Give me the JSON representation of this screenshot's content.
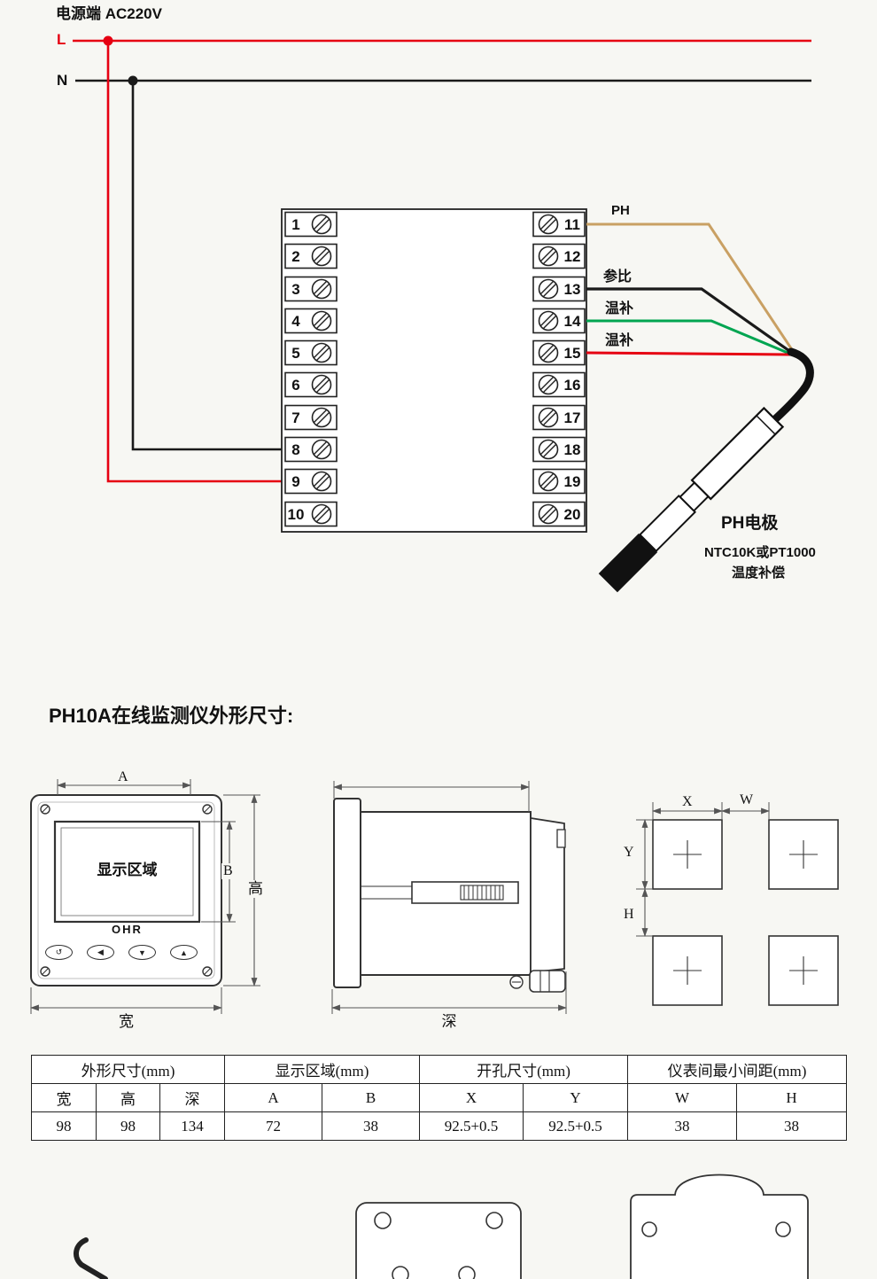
{
  "wiring": {
    "power_label": "电源端  AC220V",
    "line_l_label": "L",
    "line_n_label": "N",
    "left_terminals": [
      "1",
      "2",
      "3",
      "4",
      "5",
      "6",
      "7",
      "8",
      "9",
      "10"
    ],
    "right_terminals": [
      "11",
      "12",
      "13",
      "14",
      "15",
      "16",
      "17",
      "18",
      "19",
      "20"
    ],
    "wire_ph_label": "PH",
    "wire_ref_label": "参比",
    "wire_temp1_label": "温补",
    "wire_temp2_label": "温补",
    "probe_title": "PH电极",
    "probe_note_line1": "NTC10K或PT1000",
    "probe_note_line2": "温度补偿",
    "colors": {
      "live": "#e60012",
      "neutral": "#1a1a1a",
      "ph_wire": "#c9a063",
      "temp_green": "#00a551"
    }
  },
  "outline": {
    "section_title": "PH10A在线监测仪外形尺寸:",
    "display_label": "显示区域",
    "brand": "OHR",
    "buttons": [
      "↺",
      "◀",
      "▼",
      "▲"
    ],
    "dim_a": "A",
    "dim_b": "B",
    "dim_height": "高",
    "dim_width": "宽",
    "dim_depth": "深",
    "dim_x": "X",
    "dim_w": "W",
    "dim_y": "Y",
    "dim_h": "H"
  },
  "table": {
    "groups": [
      {
        "label": "外形尺寸(mm)",
        "cols": [
          "宽",
          "高",
          "深"
        ],
        "values": [
          "98",
          "98",
          "134"
        ]
      },
      {
        "label": "显示区域(mm)",
        "cols": [
          "A",
          "B"
        ],
        "values": [
          "72",
          "38"
        ]
      },
      {
        "label": "开孔尺寸(mm)",
        "cols": [
          "X",
          "Y"
        ],
        "values": [
          "92.5+0.5",
          "92.5+0.5"
        ]
      },
      {
        "label": "仪表间最小间距(mm)",
        "cols": [
          "W",
          "H"
        ],
        "values": [
          "38",
          "38"
        ]
      }
    ]
  }
}
